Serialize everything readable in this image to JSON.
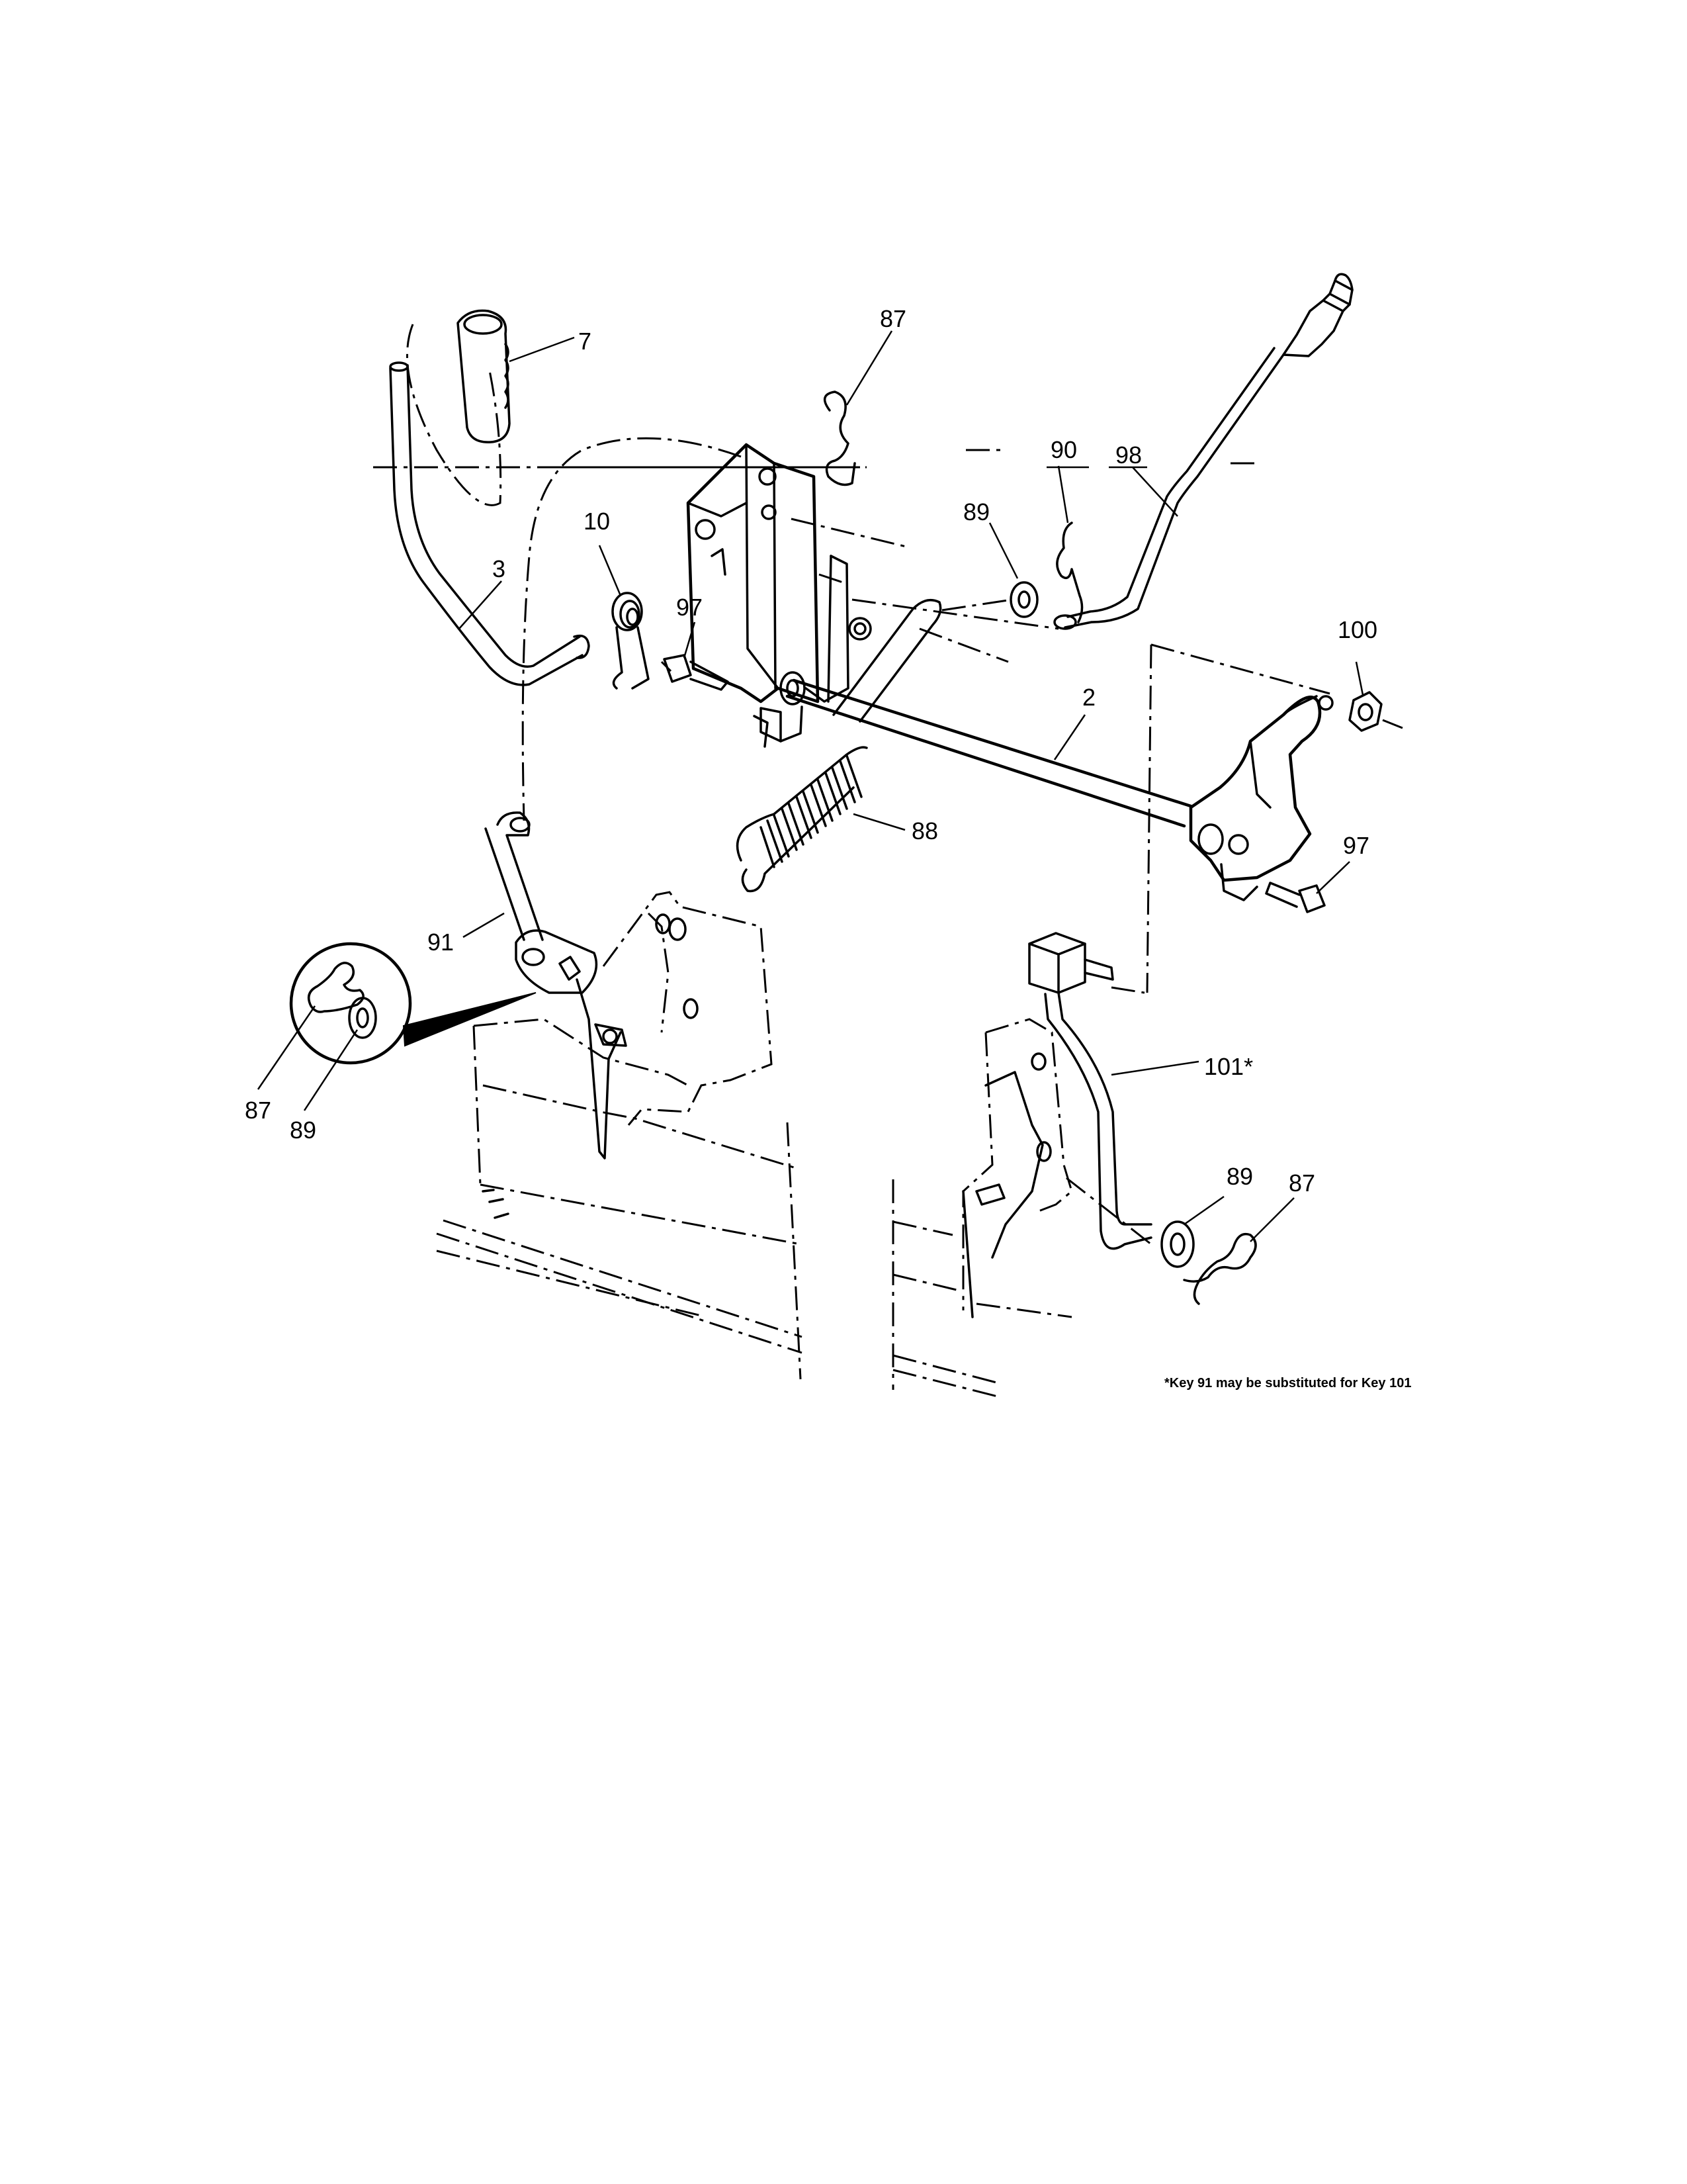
{
  "callouts": {
    "c7": "7",
    "c87_top": "87",
    "c90": "90",
    "c98": "98",
    "c89_top": "89",
    "c10": "10",
    "c3": "3",
    "c97_left": "97",
    "c2": "2",
    "c100": "100",
    "c88": "88",
    "c97_right": "97",
    "c91": "91",
    "c87_inset": "87",
    "c89_inset": "89",
    "c101": "101*",
    "c89_bottom": "89",
    "c87_bottom": "87"
  },
  "footnote": "*Key 91 may be substituted for Key 101"
}
